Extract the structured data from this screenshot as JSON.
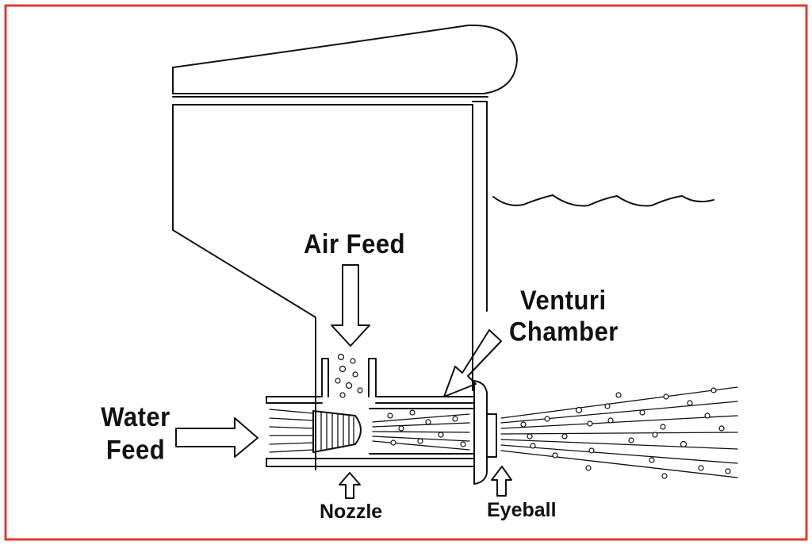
{
  "labels": {
    "air_feed": "Air Feed",
    "venturi_line1": "Venturi",
    "venturi_line2": "Chamber",
    "water_line1": "Water",
    "water_line2": "Feed",
    "nozzle": "Nozzle",
    "eyeball": "Eyeball"
  },
  "colors": {
    "frame": "#e53935",
    "ink": "#111111"
  }
}
